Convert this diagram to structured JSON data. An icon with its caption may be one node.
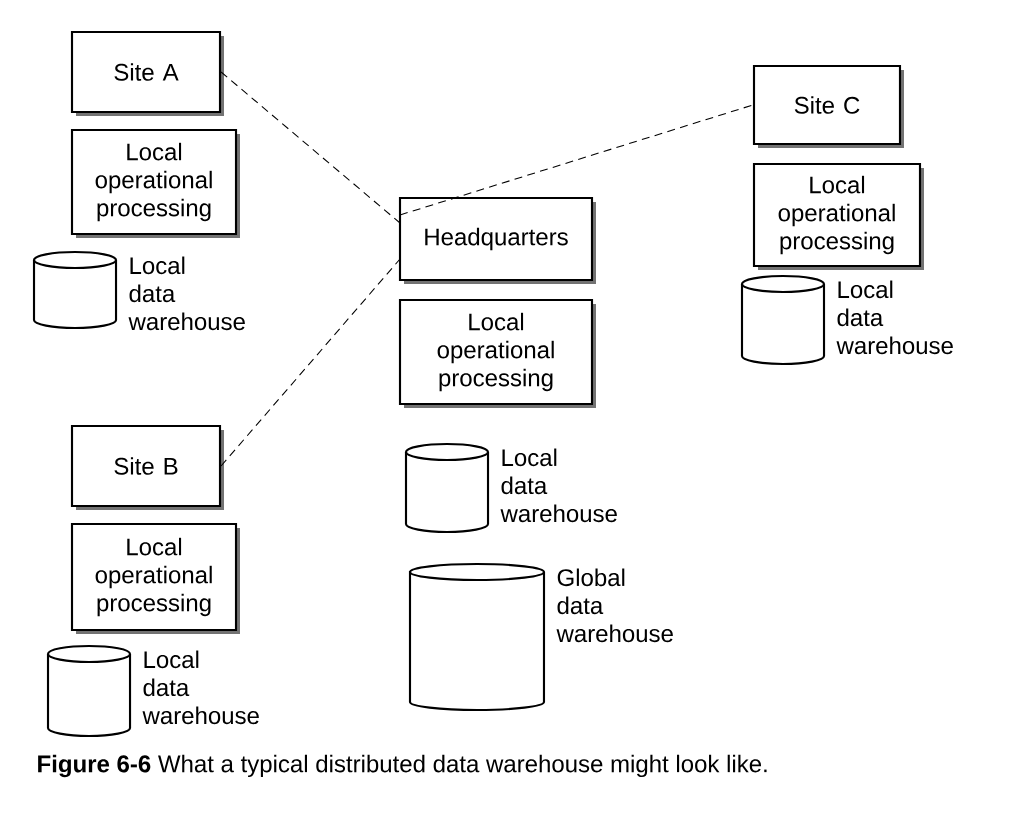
{
  "diagram": {
    "caption": "**Figure 6-6**   What a typical distributed data warehouse might look like.",
    "nodes": [
      {
        "text": [
          "Site A"
        ]
      },
      {
        "text": [
          "Local operational processing"
        ]
      },
      {
        "text": [],
        "shape": "cylinder",
        "beside": [
          "Local data warehouse"
        ]
      },
      {
        "text": [
          "Headquarters"
        ]
      },
      {
        "text": [
          "Local operational processing"
        ]
      },
      {
        "text": [
          "Site C"
        ]
      },
      {
        "text": [
          "Local operational processing"
        ]
      },
      {
        "text": [],
        "shape": "cylinder",
        "beside": [
          "Local data warehouse"
        ]
      },
      {
        "text": [
          "Site B"
        ]
      },
      {
        "text": [
          "Local operational processing"
        ]
      },
      {
        "text": [],
        "shape": "cylinder",
        "beside": [
          "Local data warehouse"
        ]
      },
      {
        "text": [],
        "shape": "cylinder",
        "beside": [
          "Local data warehouse"
        ]
      },
      {
        "text": [],
        "shape": "cylinder",
        "beside": [
          "Global data warehouse"
        ]
      }
    ],
    "edges": [
      {
        "from": 0,
        "to": 3,
        "arrow": "none",
        "style": "dashed"
      },
      {
        "from": 3,
        "to": 5,
        "arrow": "none",
        "style": "dashed"
      },
      {
        "from": 8,
        "to": 3,
        "arrow": "none",
        "style": "dashed"
      }
    ]
  }
}
